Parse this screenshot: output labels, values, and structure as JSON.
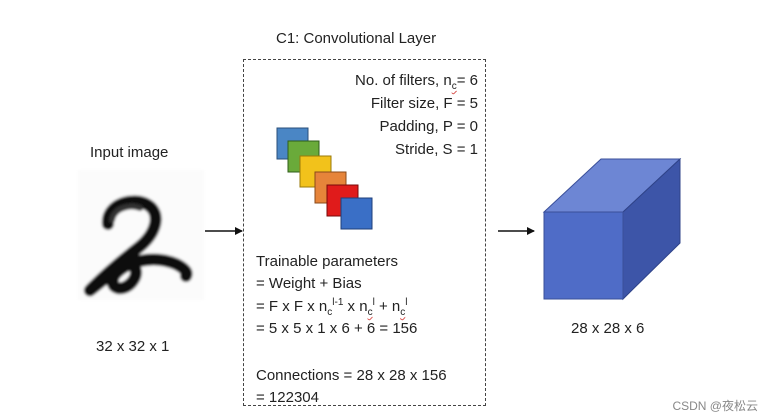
{
  "layer_title": "C1: Convolutional Layer",
  "input": {
    "label": "Input image",
    "dims": "32 x 32 x 1",
    "digit": "2"
  },
  "output": {
    "dims": "28 x 28 x 6"
  },
  "params": {
    "filters_prefix": "No. of filters, n",
    "filters_sub": "c",
    "filters_suffix": "= 6",
    "size": "Filter size, F = 5",
    "padding": "Padding, P = 0",
    "stride": "Stride, S = 1"
  },
  "formula": {
    "line1": "Trainable parameters",
    "line2": "= Weight + Bias",
    "line3_a": "= F x F x n",
    "line3_sub1": "c",
    "line3_sup1": "l-1",
    "line3_b": " x  n",
    "line3_sub2": "c",
    "line3_sup2": "l",
    "line3_c": " + n",
    "line3_sub3": "c",
    "line3_sup3": "l",
    "line4": "= 5 x 5 x 1 x 6 + 6 = 156",
    "line5": "Connections = 28 x 28 x 156",
    "line6": "= 122304"
  },
  "filter_colors": [
    "#4a86c5",
    "#6aaa3a",
    "#f2c21b",
    "#e6843a",
    "#e01b1b",
    "#3a6fc6"
  ],
  "cube_colors": {
    "front": "#4f6cc7",
    "top": "#6d86d4",
    "side": "#3d55a8"
  },
  "watermark": "CSDN @夜松云"
}
